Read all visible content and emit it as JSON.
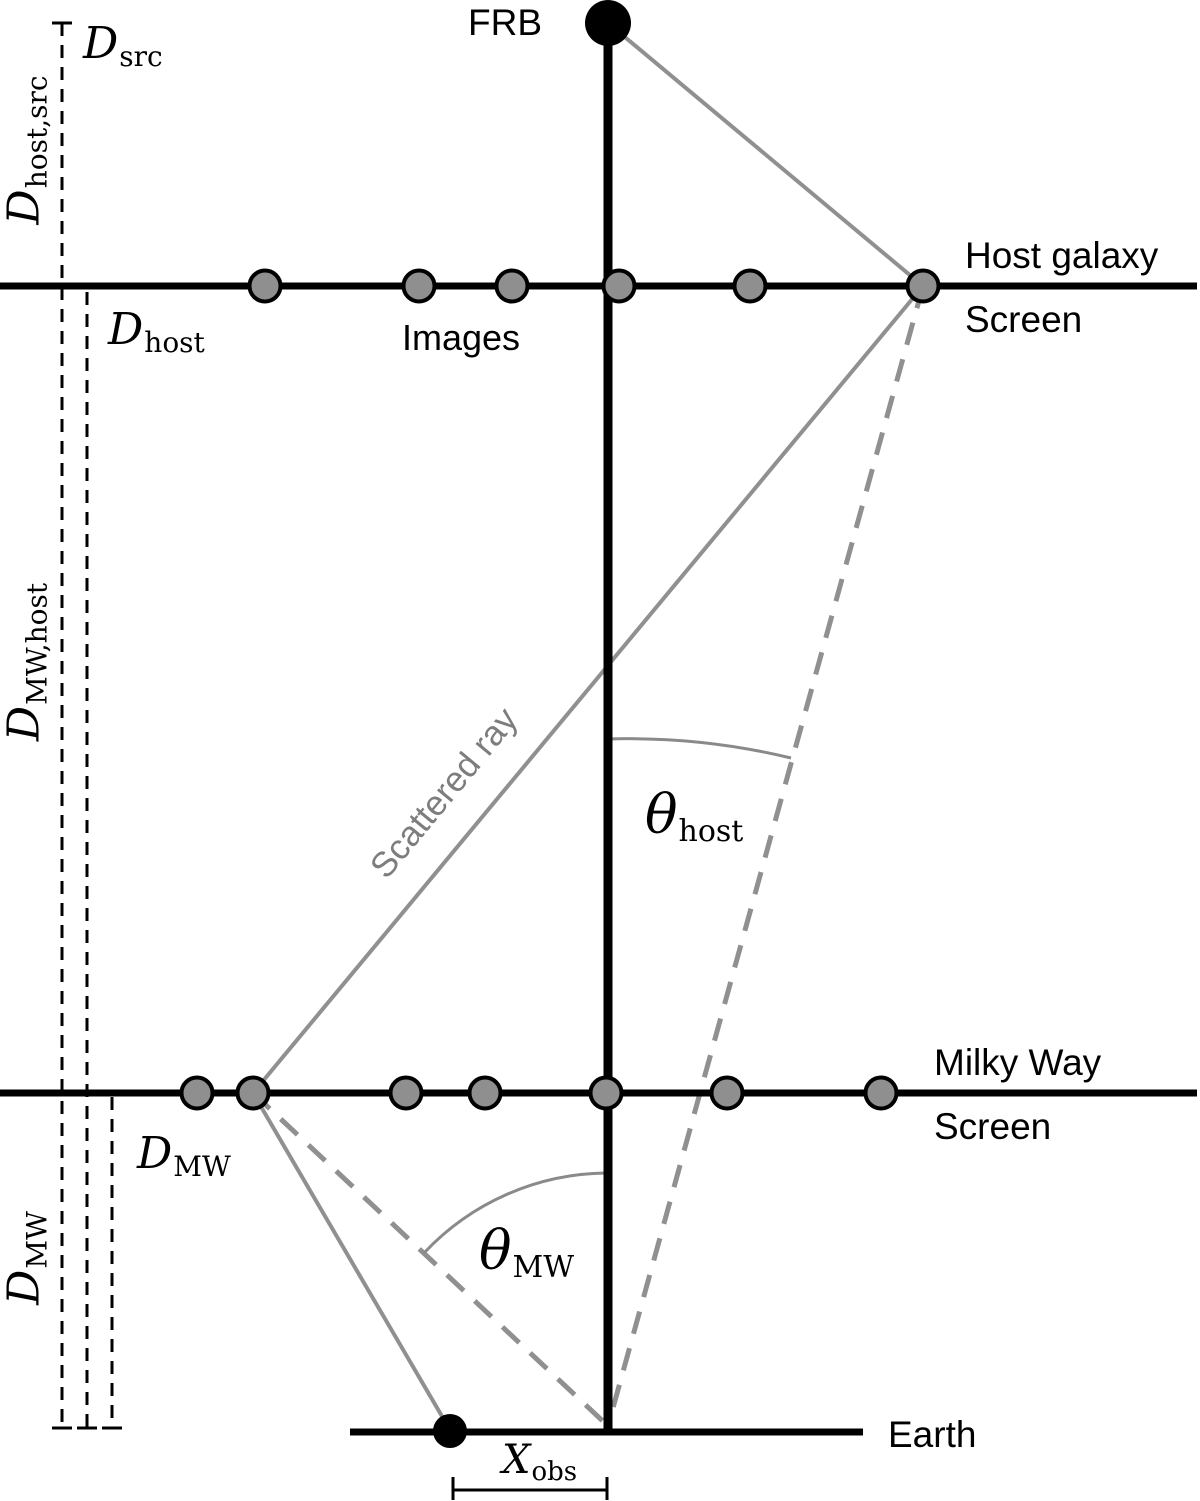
{
  "labels": {
    "frb": "FRB",
    "host_galaxy": "Host galaxy",
    "host_screen": "Screen",
    "images": "Images",
    "scattered_ray": "Scattered ray",
    "milky_way": "Milky Way",
    "mw_screen": "Screen",
    "earth": "Earth"
  },
  "math_labels": {
    "d_src": {
      "main": "D",
      "sub": "src"
    },
    "d_host_src": {
      "main": "D",
      "sub": "host,src"
    },
    "d_host": {
      "main": "D",
      "sub": "host"
    },
    "d_mw_host": {
      "main": "D",
      "sub": "MW,host"
    },
    "d_mw": {
      "main": "D",
      "sub": "MW"
    },
    "d_mw_side": {
      "main": "D",
      "sub": "MW"
    },
    "theta_host": {
      "main": "θ",
      "sub": "host"
    },
    "theta_mw": {
      "main": "θ",
      "sub": "MW"
    },
    "x_obs": {
      "main": "X",
      "sub": "obs"
    }
  },
  "colors": {
    "line_black": "#000000",
    "ray_gray": "#909090",
    "arc_gray": "#8a8a8a",
    "dot_fill": "#8f8f8f",
    "ray_label_gray": "#7d7d7d"
  }
}
